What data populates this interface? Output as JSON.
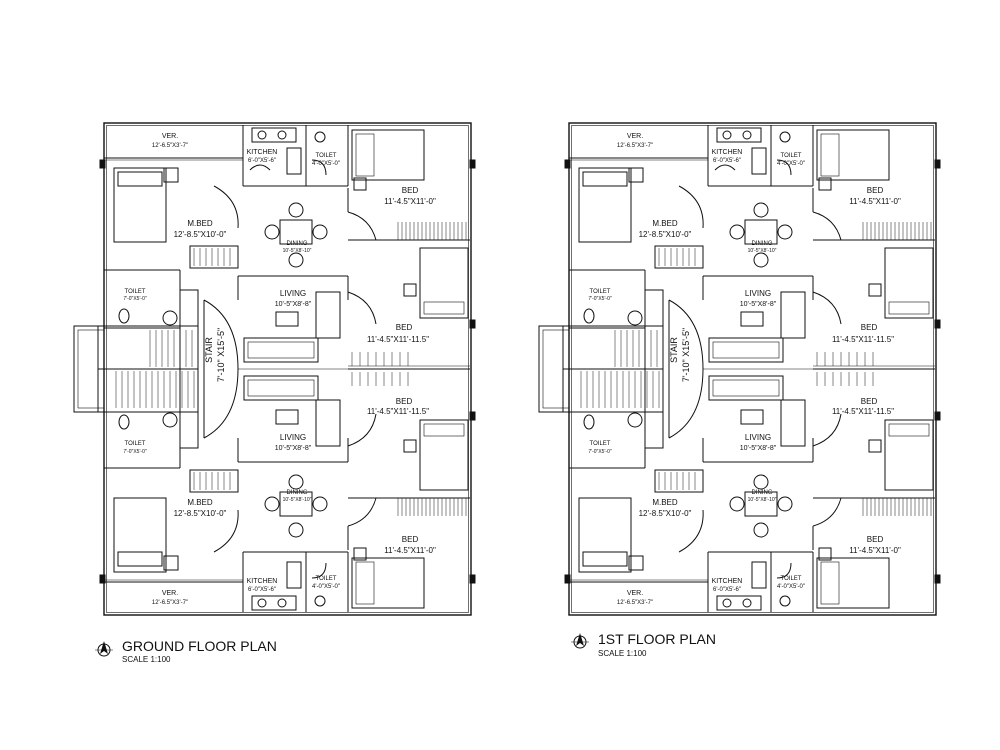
{
  "plans": [
    {
      "title": "GROUND FLOOR PLAN",
      "scale": "SCALE 1:100",
      "rooms": {
        "ver_top": "VER.",
        "ver_top_dim": "12'-6.5\"X3'-7\"",
        "kitchen_top": "KITCHEN",
        "kitchen_top_dim": "6'-0\"X5'-6\"",
        "toilet_top": "TOILET",
        "toilet_top_dim": "4'-0\"X5'-0\"",
        "bed_top": "BED",
        "bed_top_dim": "11'-4.5\"X11'-0\"",
        "mbed_top": "M.BED",
        "mbed_top_dim": "12'-8.5\"X10'-0\"",
        "dining_top": "DINING",
        "dining_top_dim": "10'-5\"X8'-10\"",
        "living_top": "LIVING",
        "living_top_dim": "10'-5\"X8'-8\"",
        "toilet_left_top": "TOILET",
        "toilet_left_top_dim": "7'-0\"X5'-0\"",
        "bed_mid_top": "BED",
        "bed_mid_top_dim": "11'-4.5\"X11'-11.5\"",
        "stair": "STAIR",
        "stair_dim": "7'-10\" X15'-5\"",
        "bed_mid_bot": "BED",
        "bed_mid_bot_dim": "11'-4.5\"X11'-11.5\"",
        "living_bot": "LIVING",
        "living_bot_dim": "10'-5\"X8'-8\"",
        "toilet_left_bot": "TOILET",
        "toilet_left_bot_dim": "7'-0\"X5'-0\"",
        "dining_bot": "DINING",
        "dining_bot_dim": "10'-5\"X8'-10\"",
        "mbed_bot": "M.BED",
        "mbed_bot_dim": "12'-8.5\"X10'-0\"",
        "bed_bot": "BED",
        "bed_bot_dim": "11'-4.5\"X11'-0\"",
        "ver_bot": "VER.",
        "ver_bot_dim": "12'-6.5\"X3'-7\"",
        "kitchen_bot": "KITCHEN",
        "kitchen_bot_dim": "6'-0\"X5'-6\"",
        "toilet_bot": "TOILET",
        "toilet_bot_dim": "4'-0\"X5'-0\""
      }
    },
    {
      "title": "1ST FLOOR PLAN",
      "scale": "SCALE 1:100",
      "rooms": {
        "ver_top": "VER.",
        "ver_top_dim": "12'-6.5\"X3'-7\"",
        "kitchen_top": "KITCHEN",
        "kitchen_top_dim": "6'-0\"X5'-6\"",
        "toilet_top": "TOILET",
        "toilet_top_dim": "4'-0\"X5'-0\"",
        "bed_top": "BED",
        "bed_top_dim": "11'-4.5\"X11'-0\"",
        "mbed_top": "M.BED",
        "mbed_top_dim": "12'-8.5\"X10'-0\"",
        "dining_top": "DINING",
        "dining_top_dim": "10'-5\"X8'-10\"",
        "living_top": "LIVING",
        "living_top_dim": "10'-5\"X8'-8\"",
        "toilet_left_top": "TOILET",
        "toilet_left_top_dim": "7'-0\"X5'-0\"",
        "bed_mid_top": "BED",
        "bed_mid_top_dim": "11'-4.5\"X11'-11.5\"",
        "stair": "STAIR",
        "stair_dim": "7'-10\" X15'-5\"",
        "bed_mid_bot": "BED",
        "bed_mid_bot_dim": "11'-4.5\"X11'-11.5\"",
        "living_bot": "LIVING",
        "living_bot_dim": "10'-5\"X8'-8\"",
        "toilet_left_bot": "TOILET",
        "toilet_left_bot_dim": "7'-0\"X5'-0\"",
        "dining_bot": "DINING",
        "dining_bot_dim": "10'-5\"X8'-10\"",
        "mbed_bot": "M.BED",
        "mbed_bot_dim": "12'-8.5\"X10'-0\"",
        "bed_bot": "BED",
        "bed_bot_dim": "11'-4.5\"X11'-0\"",
        "ver_bot": "VER.",
        "ver_bot_dim": "12'-6.5\"X3'-7\"",
        "kitchen_bot": "KITCHEN",
        "kitchen_bot_dim": "6'-0\"X5'-6\"",
        "toilet_bot": "TOILET",
        "toilet_bot_dim": "4'-0\"X5'-0\""
      }
    }
  ],
  "colors": {
    "line": "#111111",
    "paper": "#ffffff"
  }
}
